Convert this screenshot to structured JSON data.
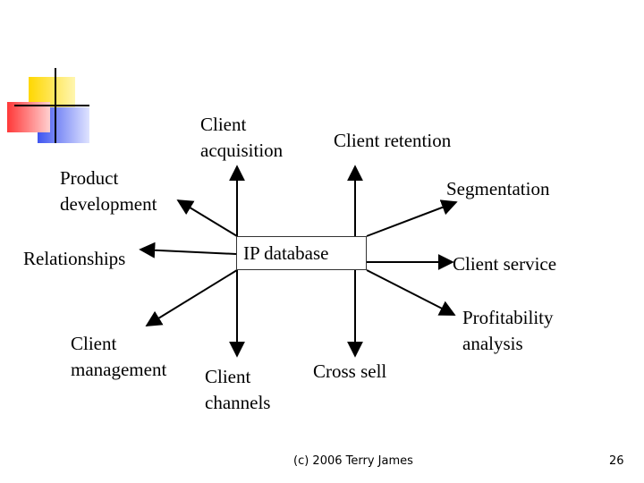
{
  "diagram": {
    "center": "IP database",
    "nodes": [
      {
        "id": "client-acquisition",
        "label": "Client\nacquisition"
      },
      {
        "id": "client-retention",
        "label": "Client retention"
      },
      {
        "id": "product-development",
        "label": "Product\ndevelopment"
      },
      {
        "id": "segmentation",
        "label": "Segmentation"
      },
      {
        "id": "relationships",
        "label": "Relationships"
      },
      {
        "id": "client-service",
        "label": "Client service"
      },
      {
        "id": "client-management",
        "label": "Client\nmanagement"
      },
      {
        "id": "profitability-analysis",
        "label": "Profitability\nanalysis"
      },
      {
        "id": "client-channels",
        "label": "Client\nchannels"
      },
      {
        "id": "cross-sell",
        "label": "Cross sell"
      }
    ]
  },
  "footer": {
    "copyright": "(c) 2006  Terry James",
    "page_number": "26"
  },
  "colors": {
    "logo_yellow": "#ffd700",
    "logo_red": "#ff4040",
    "logo_blue": "#4a5cf0",
    "line": "#000000"
  }
}
